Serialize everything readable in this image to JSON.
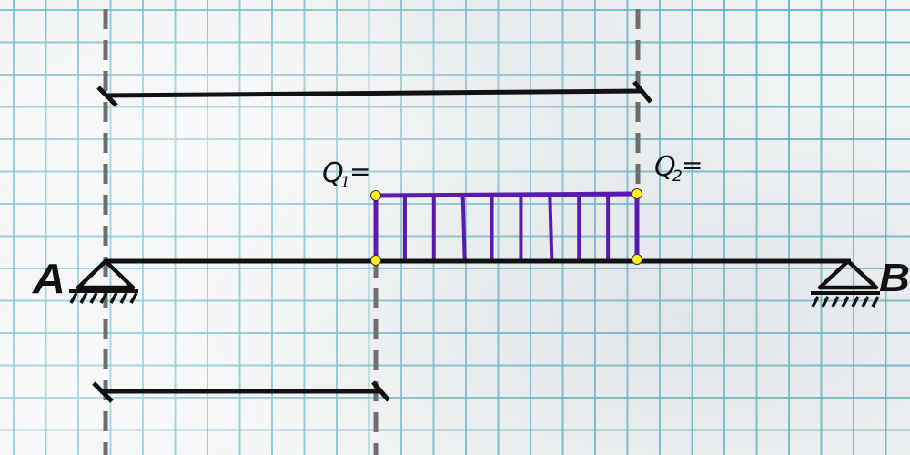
{
  "labels": {
    "support_a": "A",
    "support_b": "B",
    "q1": "Q",
    "q1_sub": "1",
    "q1_eq": "=",
    "q2": "Q",
    "q2_sub": "2",
    "q2_eq": "="
  },
  "colors": {
    "grid": "#5aafc3",
    "beam": "#111111",
    "load": "#5a1ab0",
    "marker_fill": "#ffee22",
    "dashed_guide": "#6e6e6e"
  },
  "load": {
    "type": "uniformly-distributed",
    "hatch_count": 8
  }
}
